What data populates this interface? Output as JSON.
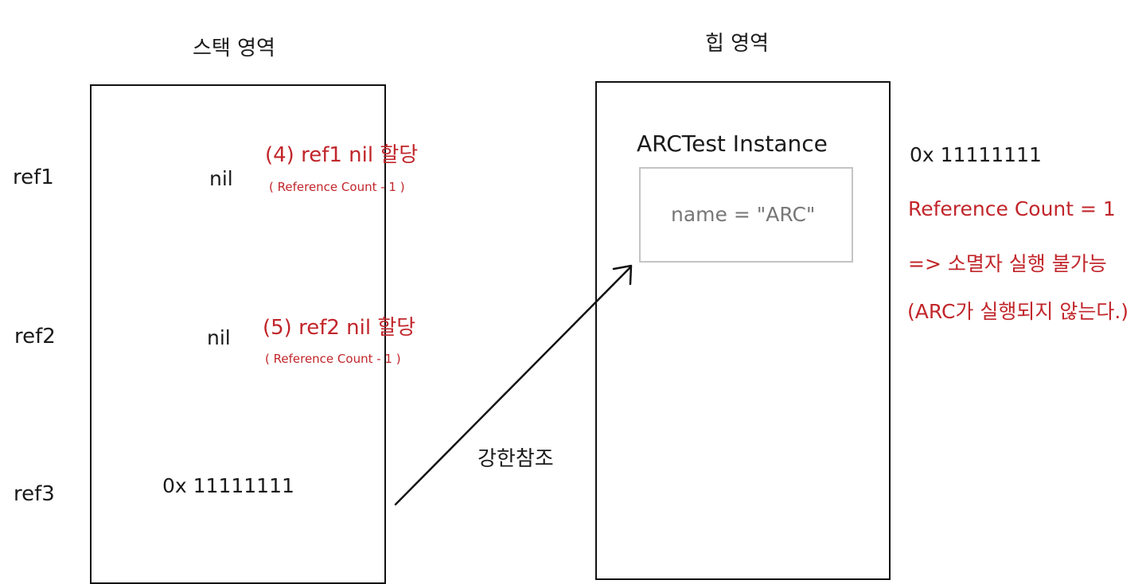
{
  "stack": {
    "title": "스택 영역",
    "refs": [
      {
        "label": "ref1",
        "value": "nil",
        "note": "(4) ref1 nil 할당",
        "sub": "( Reference Count - 1 )"
      },
      {
        "label": "ref2",
        "value": "nil",
        "note": "(5) ref2 nil 할당",
        "sub": "( Reference Count - 1 )"
      },
      {
        "label": "ref3",
        "value": "0x 11111111"
      }
    ]
  },
  "heap": {
    "title": "힙 영역",
    "instance_title": "ARCTest Instance",
    "property": "name = \"ARC\"",
    "address": "0x 11111111",
    "notes": [
      "Reference Count = 1",
      "=> 소멸자 실행 불가능",
      "(ARC가 실행되지 않는다.)"
    ]
  },
  "arrow": {
    "label": "강한참조"
  },
  "colors": {
    "ink": "#1a1a1a",
    "red": "#c1262b",
    "gray": "#777777",
    "inner_border": "#c4c4c4"
  }
}
